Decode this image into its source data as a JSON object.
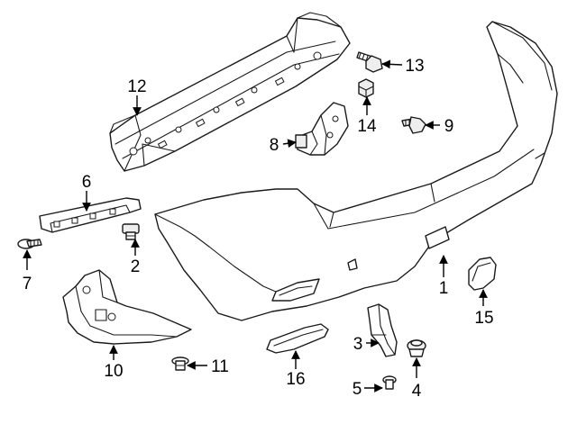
{
  "callouts": [
    {
      "id": "c1",
      "number": "1"
    },
    {
      "id": "c2",
      "number": "2"
    },
    {
      "id": "c3",
      "number": "3"
    },
    {
      "id": "c4",
      "number": "4"
    },
    {
      "id": "c5",
      "number": "5"
    },
    {
      "id": "c6",
      "number": "6"
    },
    {
      "id": "c7",
      "number": "7"
    },
    {
      "id": "c8",
      "number": "8"
    },
    {
      "id": "c9",
      "number": "9"
    },
    {
      "id": "c10",
      "number": "10"
    },
    {
      "id": "c11",
      "number": "11"
    },
    {
      "id": "c12",
      "number": "12"
    },
    {
      "id": "c13",
      "number": "13"
    },
    {
      "id": "c14",
      "number": "14"
    },
    {
      "id": "c15",
      "number": "15"
    },
    {
      "id": "c16",
      "number": "16"
    }
  ]
}
